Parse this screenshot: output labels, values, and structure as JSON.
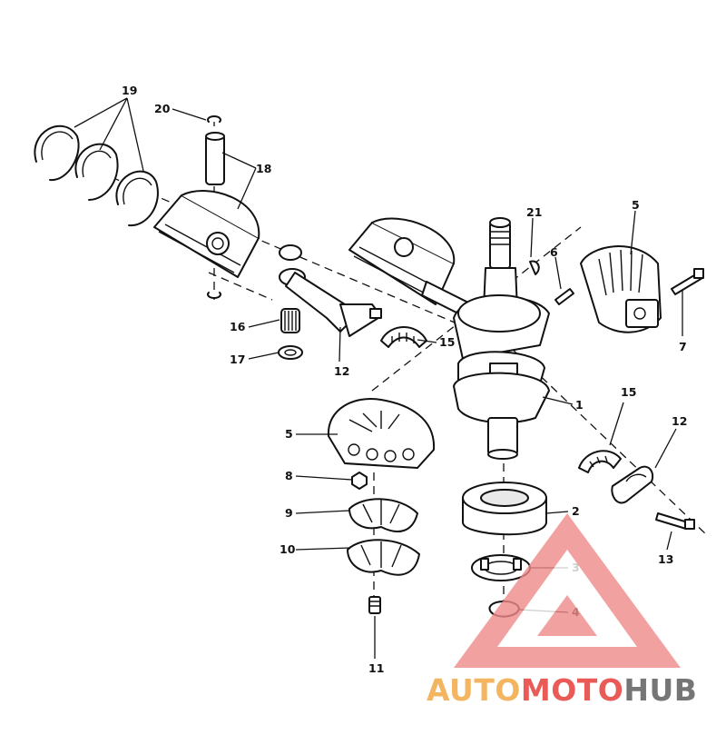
{
  "diagram": {
    "callouts": {
      "c1": "1",
      "c2": "2",
      "c3": "3",
      "c4": "4",
      "c5a": "5",
      "c5b": "5",
      "c6": "6",
      "c7": "7",
      "c8": "8",
      "c9": "9",
      "c10": "10",
      "c11": "11",
      "c12a": "12",
      "c12b": "12",
      "c13": "13",
      "c15a": "15",
      "c15b": "15",
      "c16": "16",
      "c17": "17",
      "c18": "18",
      "c19": "19",
      "c20": "20",
      "c21": "21"
    }
  },
  "watermark": {
    "part1": "AUTO",
    "part2": "MOTO",
    "part3": "HUB",
    "colors": {
      "orange": "#f2a33a",
      "red": "#e5322d",
      "gray": "#555555",
      "triangle": "#f08a8a"
    }
  }
}
